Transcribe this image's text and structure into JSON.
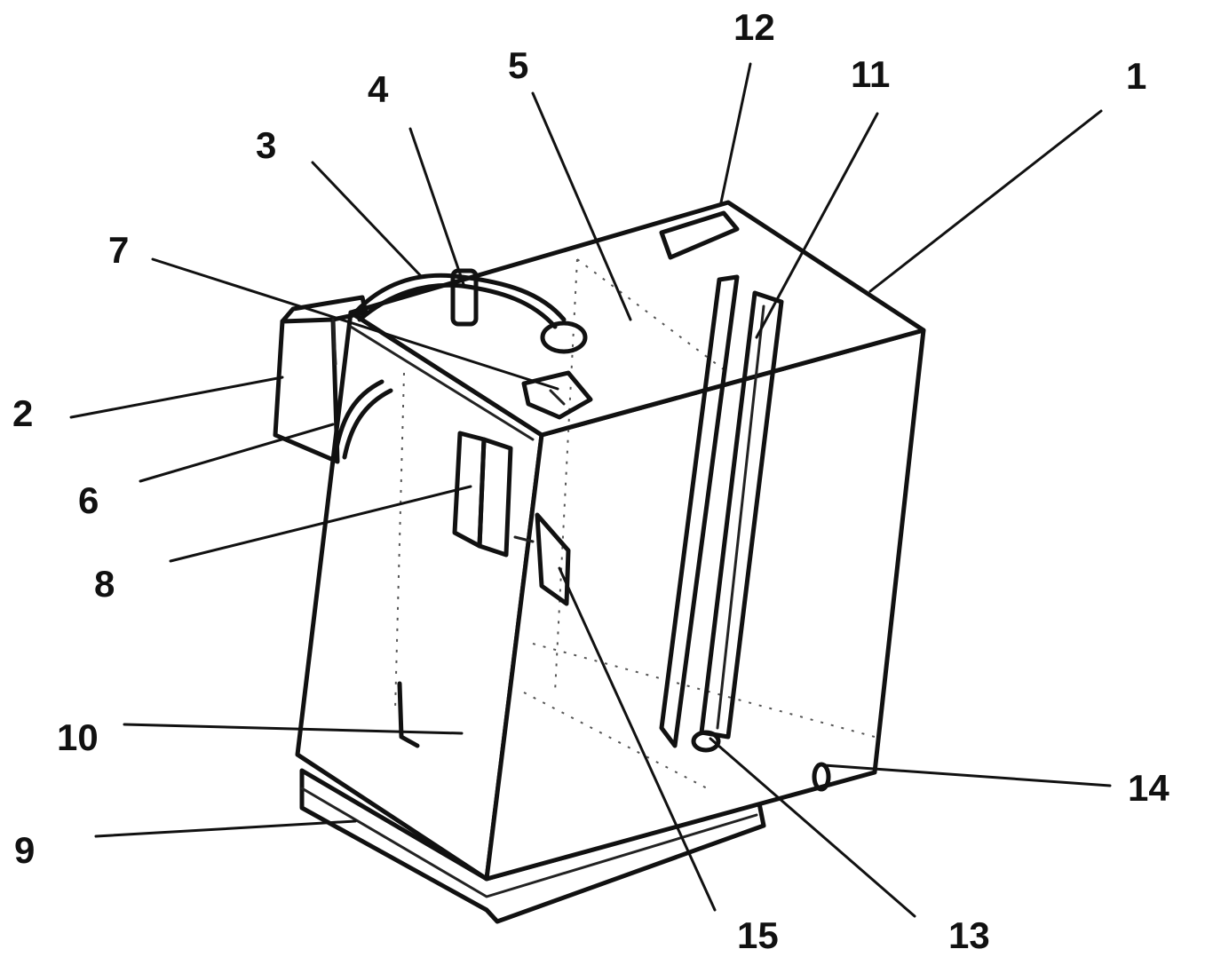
{
  "figure": {
    "callouts": [
      {
        "id": "c1",
        "label": "1"
      },
      {
        "id": "c2",
        "label": "2"
      },
      {
        "id": "c3",
        "label": "3"
      },
      {
        "id": "c4",
        "label": "4"
      },
      {
        "id": "c5",
        "label": "5"
      },
      {
        "id": "c6",
        "label": "6"
      },
      {
        "id": "c7",
        "label": "7"
      },
      {
        "id": "c8",
        "label": "8"
      },
      {
        "id": "c9",
        "label": "9"
      },
      {
        "id": "c10",
        "label": "10"
      },
      {
        "id": "c11",
        "label": "11"
      },
      {
        "id": "c12",
        "label": "12"
      },
      {
        "id": "c13",
        "label": "13"
      },
      {
        "id": "c14",
        "label": "14"
      },
      {
        "id": "c15",
        "label": "15"
      }
    ],
    "colors": {
      "ink": "#111111",
      "paper": "#ffffff"
    }
  }
}
